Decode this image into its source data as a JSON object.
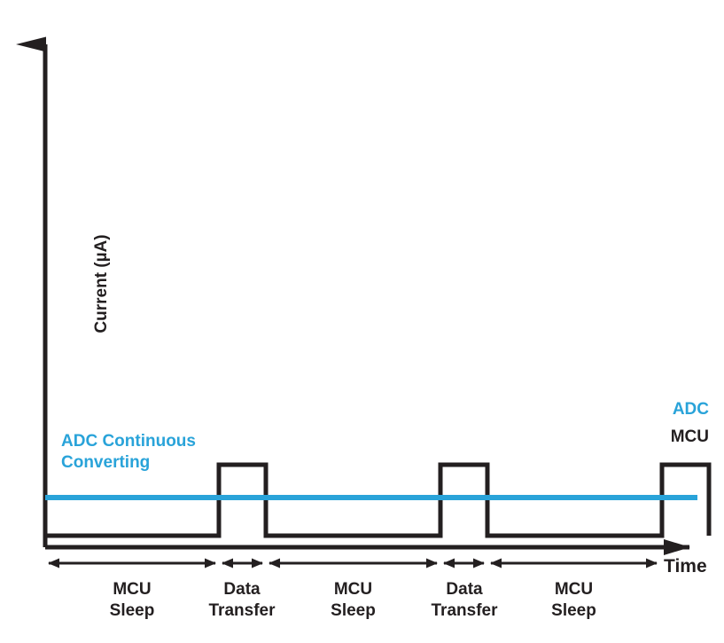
{
  "figure": {
    "type": "timing-diagram",
    "background": "#ffffff",
    "line_color": "#231f20",
    "accent_color": "#29a3d9"
  },
  "axes": {
    "y_label": "Current (µA)",
    "x_label": "Time"
  },
  "annotations": {
    "adc_continuous": "ADC Continuous\nConverting",
    "adc_continuous_line1": "ADC Continuous",
    "adc_continuous_line2": "Converting",
    "adc_legend": "ADC",
    "mcu_legend": "MCU"
  },
  "phases": [
    {
      "label": "MCU\nSleep",
      "line1": "MCU",
      "line2": "Sleep",
      "x_start": 51,
      "x_end": 247
    },
    {
      "label": "Data\nTransfer",
      "line1": "Data",
      "line2": "Transfer",
      "x_start": 247,
      "x_end": 300
    },
    {
      "label": "MCU\nSleep",
      "line1": "MCU",
      "line2": "Sleep",
      "x_start": 300,
      "x_end": 497
    },
    {
      "label": "Data\nTransfer",
      "line1": "Data",
      "line2": "Transfer",
      "x_start": 497,
      "x_end": 550
    },
    {
      "label": "MCU\nSleep",
      "line1": "MCU",
      "line2": "Sleep",
      "x_start": 550,
      "x_end": 745
    }
  ],
  "chart_data": {
    "type": "line",
    "title": "",
    "xlabel": "Time",
    "ylabel": "Current (µA)",
    "grid": false,
    "legend": [
      "ADC",
      "MCU"
    ],
    "series": [
      {
        "name": "MCU",
        "color": "#231f20",
        "description": "Square-wave MCU current: low during MCU Sleep, high during Data Transfer",
        "levels": {
          "low": 604,
          "high": 524
        },
        "points": [
          [
            51,
            604
          ],
          [
            247,
            604
          ],
          [
            247,
            524
          ],
          [
            300,
            524
          ],
          [
            300,
            604
          ],
          [
            497,
            604
          ],
          [
            497,
            524
          ],
          [
            550,
            524
          ],
          [
            550,
            604
          ],
          [
            747,
            604
          ],
          [
            747,
            524
          ],
          [
            800,
            524
          ],
          [
            800,
            604
          ]
        ]
      },
      {
        "name": "ADC",
        "color": "#29a3d9",
        "description": "ADC continuous converting current: constant level",
        "level": 561,
        "points": [
          [
            51,
            561
          ],
          [
            787,
            561
          ]
        ]
      }
    ],
    "annotations": [
      {
        "text": "ADC Continuous Converting",
        "color": "#29a3d9",
        "x": 69,
        "y": 486
      },
      {
        "text": "ADC",
        "color": "#29a3d9",
        "x": 750,
        "y": 450
      },
      {
        "text": "MCU",
        "color": "#231f20",
        "x": 750,
        "y": 481
      },
      {
        "text": "Time",
        "color": "#231f20",
        "x": 749,
        "y": 626
      }
    ]
  }
}
